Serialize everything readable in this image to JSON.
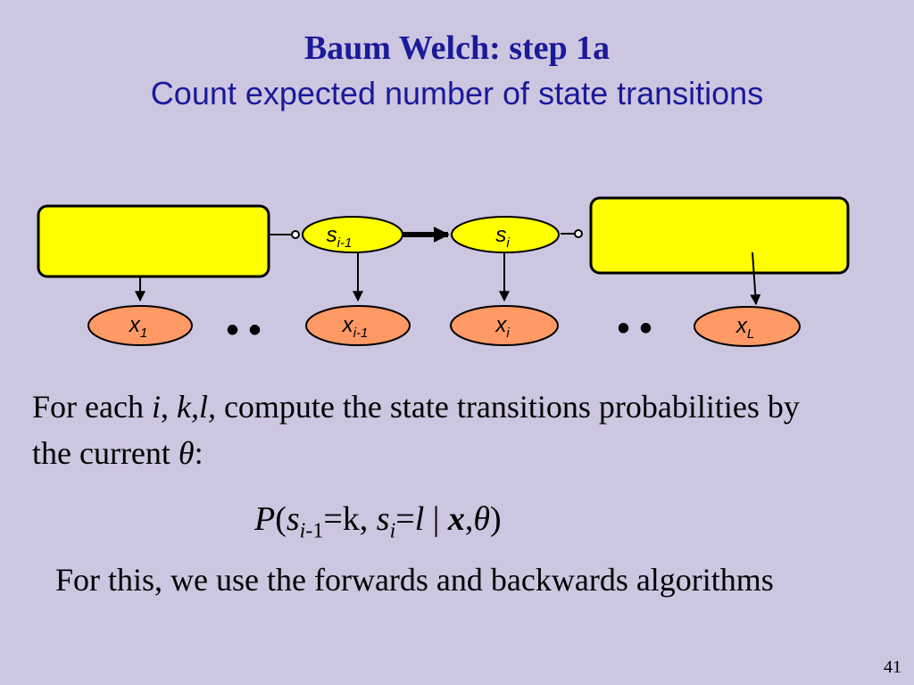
{
  "slide": {
    "title": "Baum Welch: step 1a",
    "subtitle": "Count expected number of state transitions",
    "page_number": "41"
  },
  "diagram": {
    "states": [
      {
        "base": "s",
        "sub": "i-1"
      },
      {
        "base": "s",
        "sub": "i"
      }
    ],
    "observations": [
      {
        "base": "x",
        "sub": "1"
      },
      {
        "base": "x",
        "sub": "i-1"
      },
      {
        "base": "x",
        "sub": "i"
      },
      {
        "base": "x",
        "sub": "L"
      }
    ],
    "ellipsis": "• •",
    "colors": {
      "state_fill": "#ffff00",
      "obs_fill": "#ff9966",
      "stroke": "#000000",
      "background": "#cdc6e0",
      "title": "#1a1a9a"
    }
  },
  "text": {
    "p1_a": "For each ",
    "p1_i": "i",
    "p1_b": ", ",
    "p1_kl": "k,l,",
    "p1_c": " compute the state transitions probabilities by the current ",
    "p1_theta": "θ",
    "p1_d": ":",
    "formula": {
      "P": "P",
      "open": "(",
      "s1": "s",
      "s1_sub_i": "i",
      "s1_sub_rest": "-1",
      "eq_k": "=k, ",
      "s2": "s",
      "s2_sub": "i",
      "eq_l": "=",
      "l": "l",
      "bar": " | ",
      "x": "x",
      "comma": ",",
      "theta": "θ",
      "close": ")"
    },
    "p2": "For this, we use the forwards and backwards algorithms"
  }
}
